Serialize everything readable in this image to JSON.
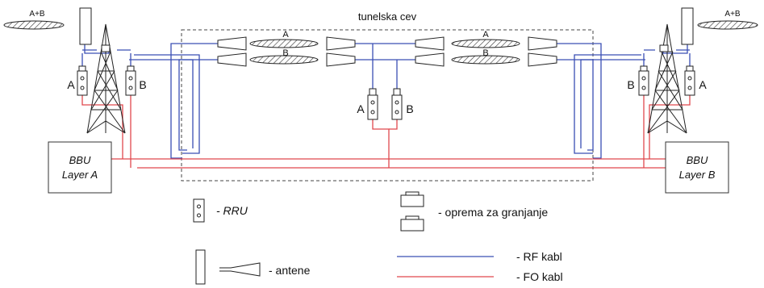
{
  "diagram": {
    "tunnel_label": "tunelska cev",
    "omni_label": "A+B",
    "branch_labels": {
      "a": "A",
      "b": "B"
    },
    "bbu_left": {
      "line1": "BBU",
      "line2": "Layer A"
    },
    "bbu_right": {
      "line1": "BBU",
      "line2": "Layer B"
    },
    "legend": {
      "rru": "- RRU",
      "splitter": "- oprema za granjanje",
      "antenna": "- antene",
      "rf_cable": "- RF kabl",
      "fo_cable": "- FO kabl"
    },
    "colors": {
      "rf": "#3a4fb4",
      "fo": "#e0484d",
      "frame": "#444444"
    }
  }
}
